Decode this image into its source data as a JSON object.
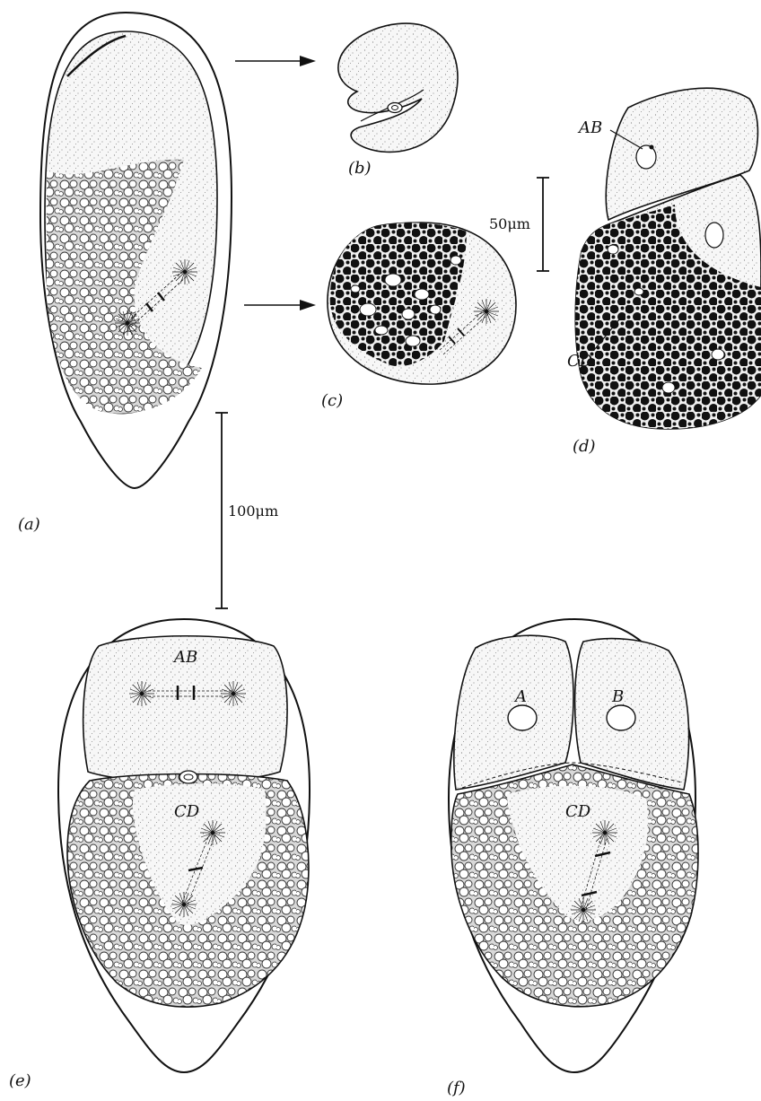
{
  "panels": {
    "a": "(a)",
    "b": "(b)",
    "c": "(c)",
    "d": "(d)",
    "e": "(e)",
    "f": "(f)"
  },
  "scale_bars": {
    "large": "100μm",
    "small": "50μm"
  },
  "cell_labels": {
    "d_ab": "AB",
    "d_cd": "CD",
    "e_ab": "AB",
    "e_cd": "CD",
    "f_a": "A",
    "f_b": "B",
    "f_cd": "CD"
  }
}
